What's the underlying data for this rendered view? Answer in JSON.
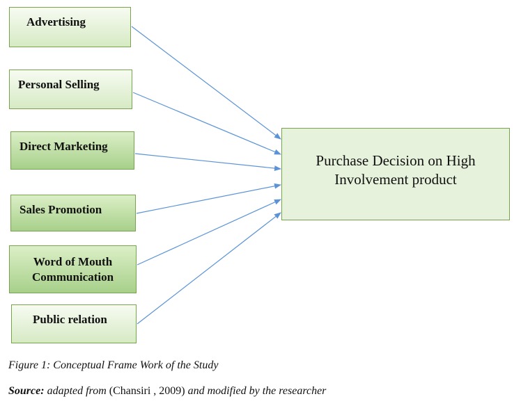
{
  "factors": [
    {
      "label": "Advertising"
    },
    {
      "label": "Personal Selling"
    },
    {
      "label": "Direct Marketing"
    },
    {
      "label": "Sales Promotion"
    },
    {
      "label": "Word of Mouth Communication"
    },
    {
      "label": "Public relation"
    }
  ],
  "target": {
    "label": "Purchase Decision on High Involvement product"
  },
  "caption": {
    "figure": "Figure 1:   Conceptual Frame Work of the Study",
    "source_label": "Source:",
    "source_text_1": " adapted from ",
    "source_citation": "(Chansiri , 2009)",
    "source_text_2": " and modified by the researcher"
  },
  "colors": {
    "box_border": "#77a34d",
    "arrow": "#5b93d6"
  }
}
